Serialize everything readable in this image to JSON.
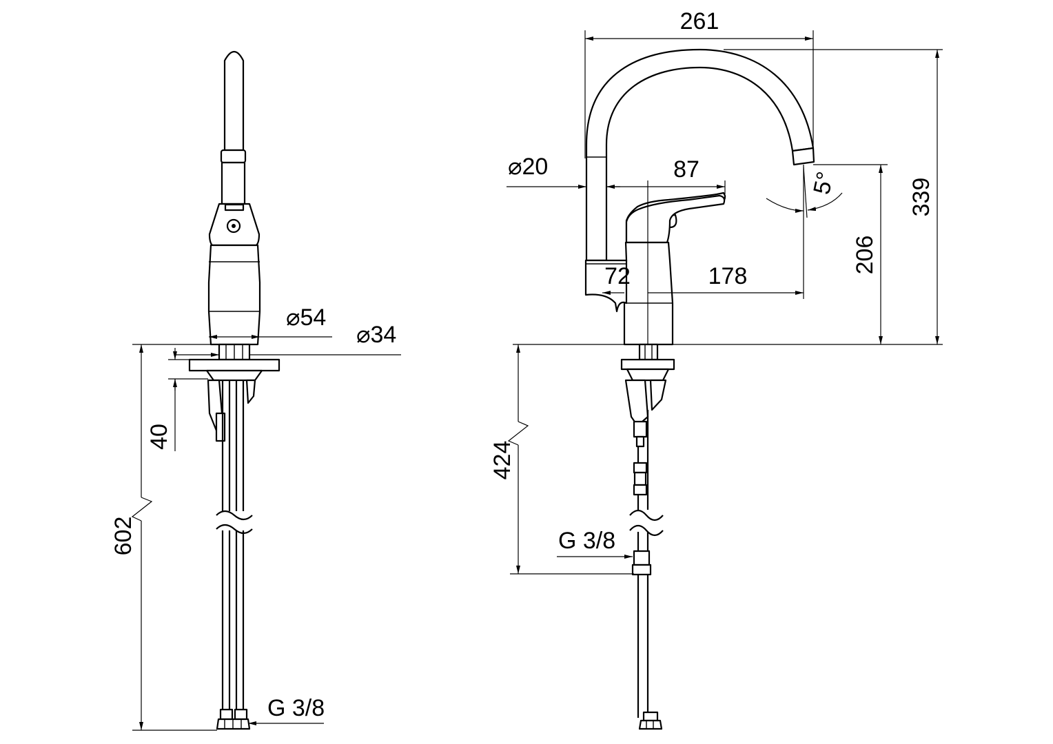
{
  "colors": {
    "ink": "#000000",
    "paper": "#ffffff"
  },
  "side_view": {
    "dim_height_total": "602",
    "dim_deck_thickness": "40",
    "dim_body_diameter": "⌀54",
    "dim_hole_diameter": "⌀34",
    "thread": "G 3/8"
  },
  "front_view": {
    "dim_spout_reach": "261",
    "dim_overall_height": "339",
    "dim_outlet_height": "206",
    "dim_spout_diameter": "⌀20",
    "dim_lever_length": "87",
    "dim_body_width": "72",
    "dim_outlet_offset": "178",
    "dim_angle": "5°",
    "dim_hose_length": "424",
    "thread": "G 3/8"
  }
}
